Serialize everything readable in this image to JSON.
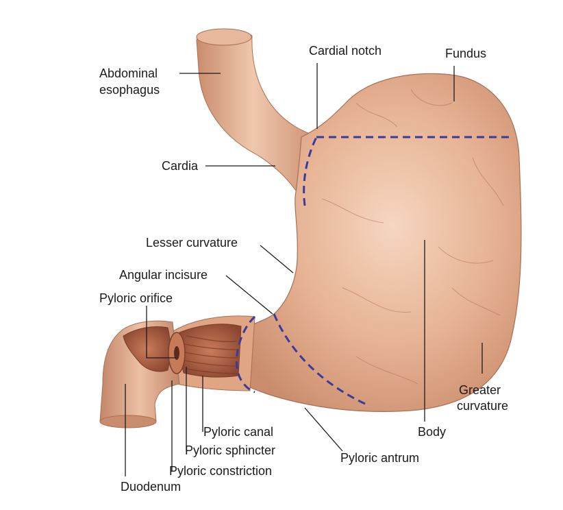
{
  "labels": {
    "abdominal_esophagus_line1": "Abdominal",
    "abdominal_esophagus_line2": "esophagus",
    "cardial_notch": "Cardial notch",
    "fundus": "Fundus",
    "cardia": "Cardia",
    "lesser_curvature": "Lesser curvature",
    "angular_incisure": "Angular incisure",
    "pyloric_orifice": "Pyloric orifice",
    "greater_curvature_line1": "Greater",
    "greater_curvature_line2": "curvature",
    "body": "Body",
    "pyloric_canal": "Pyloric canal",
    "pyloric_sphincter": "Pyloric sphincter",
    "pyloric_antrum": "Pyloric antrum",
    "pyloric_constriction": "Pyloric constriction",
    "duodenum": "Duodenum"
  },
  "colors": {
    "tissue": "#e2ad8e",
    "tissue_shadow": "#c98c6c",
    "tissue_highlight": "#f6d6c0",
    "interior": "#b86d4e",
    "interior_dark": "#8a4630",
    "region_boundary": "#3a3a9a",
    "label_text": "#1a1a1a"
  }
}
